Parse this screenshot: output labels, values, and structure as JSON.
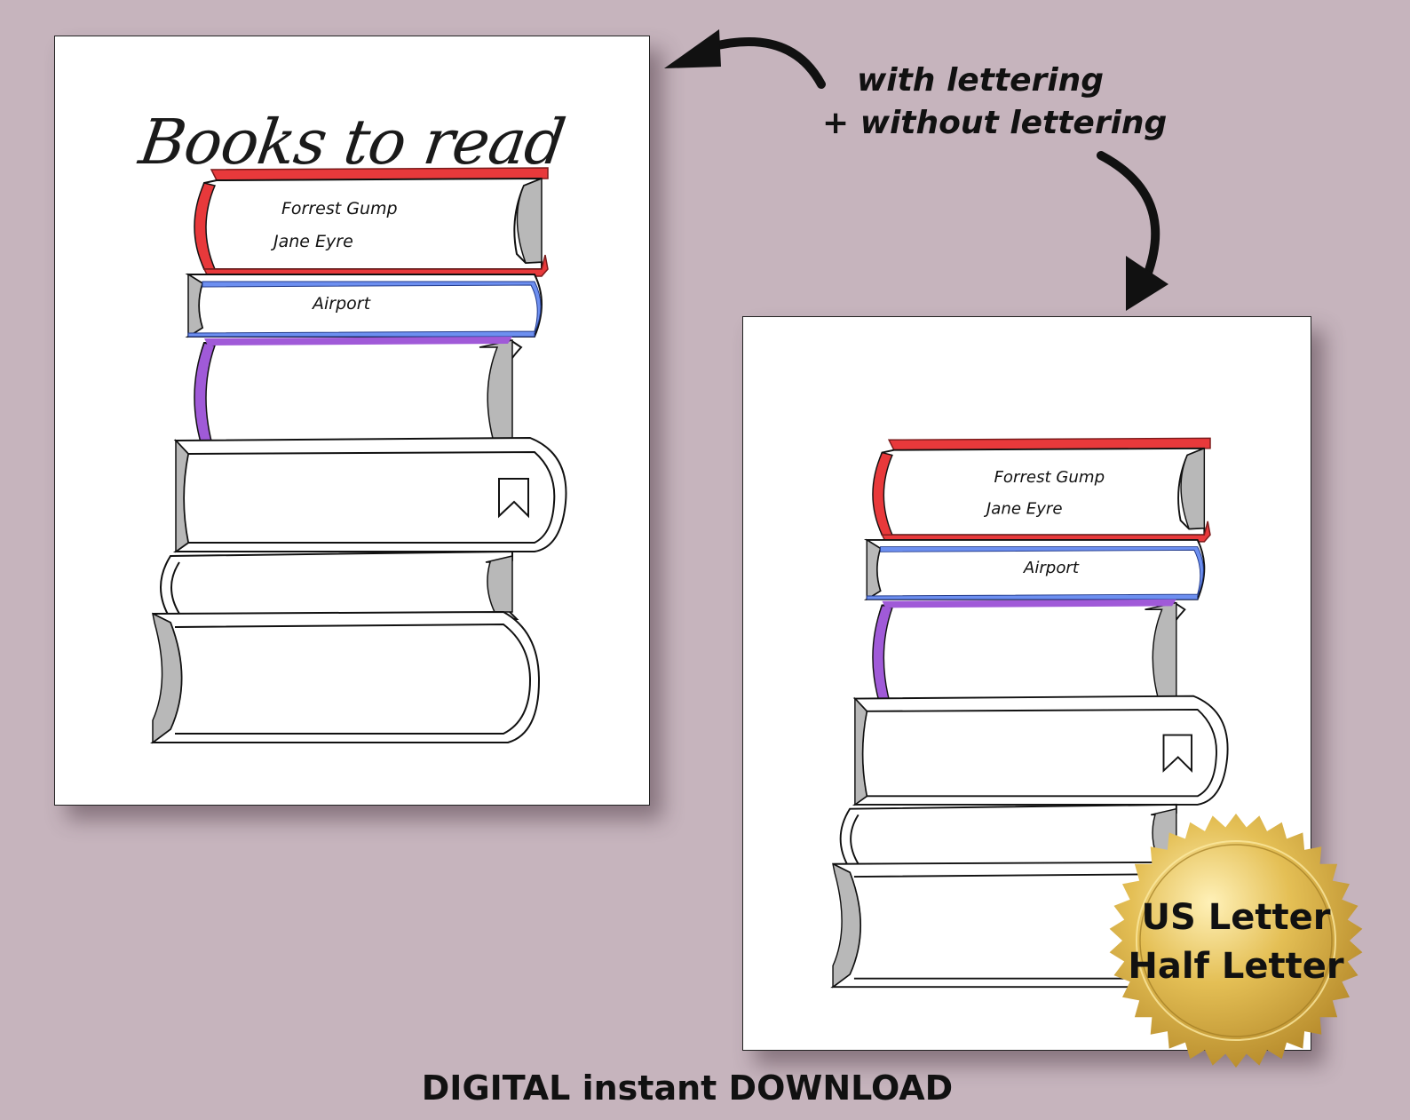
{
  "left_sheet": {
    "title": "Books to read",
    "books": [
      {
        "color": "#e8393b",
        "lines": [
          "Forrest Gump",
          "Jane Eyre"
        ]
      },
      {
        "color": "#6d8ff0",
        "lines": [
          "Airport"
        ]
      },
      {
        "color": "#a05ad8",
        "lines": []
      },
      {
        "color": "#222222",
        "lines": [],
        "bookmark": true
      },
      {
        "color": "#222222",
        "lines": []
      },
      {
        "color": "#222222",
        "lines": []
      }
    ]
  },
  "right_sheet": {
    "books": [
      {
        "color": "#e8393b",
        "lines": [
          "Forrest Gump",
          "Jane Eyre"
        ]
      },
      {
        "color": "#6d8ff0",
        "lines": [
          "Airport"
        ]
      },
      {
        "color": "#a05ad8",
        "lines": []
      },
      {
        "color": "#222222",
        "lines": [],
        "bookmark": true
      },
      {
        "color": "#222222",
        "lines": []
      },
      {
        "color": "#222222",
        "lines": []
      }
    ]
  },
  "caption": {
    "line_1": "with lettering",
    "line_2": "+ without lettering"
  },
  "seal": {
    "line_1": "US Letter",
    "line_2": "Half Letter",
    "color": "#d9b13b"
  },
  "footer": "DIGITAL instant DOWNLOAD"
}
